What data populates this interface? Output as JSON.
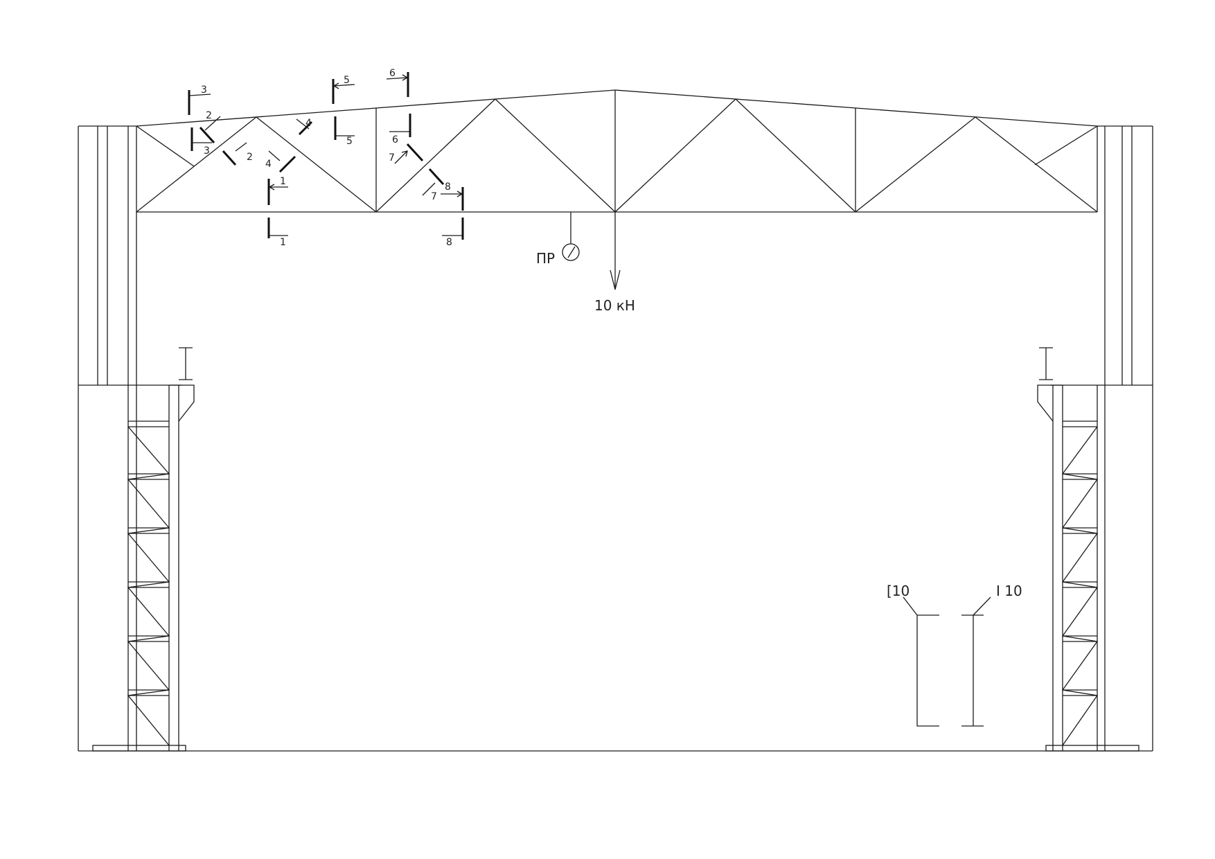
{
  "sections": {
    "s1": "1",
    "s2": "2",
    "s3": "3",
    "s4": "4",
    "s5": "5",
    "s6": "6",
    "s7": "7",
    "s8": "8"
  },
  "load": {
    "value": "10 кН"
  },
  "sensor": {
    "label": "ПР"
  },
  "profiles": {
    "channel": "[10",
    "ibeam": "I 10"
  },
  "colors": {
    "line": "#1a1a1a",
    "background": "#ffffff"
  }
}
